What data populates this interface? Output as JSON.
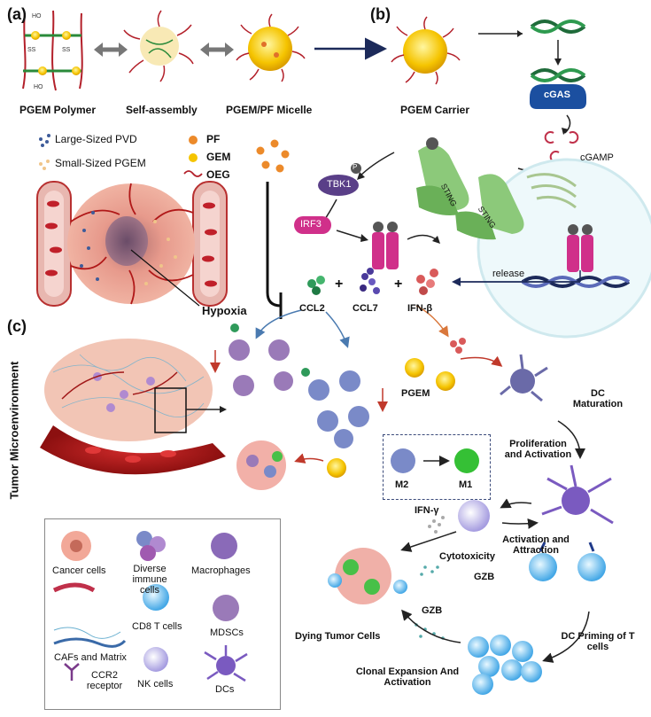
{
  "panels": {
    "a": "(a)",
    "b": "(b)",
    "c": "(c)"
  },
  "panel_a": {
    "polymer": "PGEM Polymer",
    "self_assembly": "Self-assembly",
    "micelle": "PGEM/PF Micelle",
    "oh": "HO",
    "ss": "SS",
    "legend": {
      "large_pvd": "Large-Sized PVD",
      "small_pgem": "Small-Sized PGEM",
      "pf": "PF",
      "gem": "GEM",
      "oeg": "OEG"
    },
    "hypoxia": "Hypoxia"
  },
  "panel_b": {
    "carrier": "PGEM Carrier",
    "cgas": "cGAS",
    "cgamp": "cGAMP",
    "tbk1": "TBK1",
    "irf3": "IRF3",
    "sting": "STING",
    "p": "P",
    "release": "release",
    "ccl2": "CCL2",
    "ccl7": "CCL7",
    "ifnb": "IFN-β",
    "plus": "+"
  },
  "panel_c": {
    "tme": "Tumor  Microenvironment",
    "pgem": "PGEM",
    "dc_maturation": "DC Maturation",
    "m2": "M2",
    "m1": "M1",
    "prolif": "Proliferation and Activation",
    "ifng": "IFN-γ",
    "cytotoxicity": "Cytotoxicity",
    "act_attr": "Activation and Attraction",
    "gzb": "GZB",
    "dying": "Dying Tumor Cells",
    "dc_priming": "DC Priming of T cells",
    "clonal": "Clonal Expansion And Activation"
  },
  "legend": {
    "cancer": "Cancer cells",
    "immune": "Diverse immune cells",
    "macro": "Macrophages",
    "cd8": "CD8 T cells",
    "mdsc": "MDSCs",
    "cafs": "CAFs and Matrix",
    "ccr2": "CCR2 receptor",
    "nk": "NK cells",
    "dcs": "DCs"
  }
}
